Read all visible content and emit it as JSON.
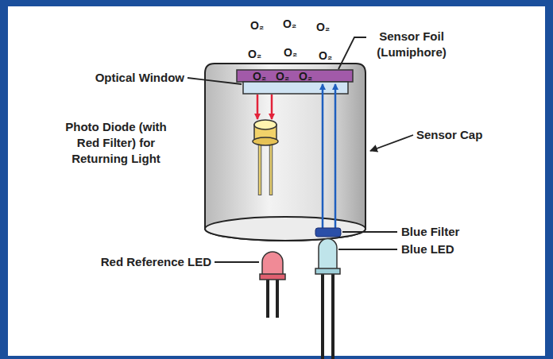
{
  "diagram": {
    "labels": [
      "O₂",
      "O₂",
      "O₂",
      "O₂",
      "O₂",
      "O₂",
      "O₂",
      "O₂",
      "O₂",
      "Sensor Foil (Lumiphore)",
      "Optical Window",
      "Photo Diode (with Red Filter) for Returning Light",
      "Sensor Cap",
      "Blue Filter",
      "Blue LED",
      "Red Reference LED"
    ]
  }
}
